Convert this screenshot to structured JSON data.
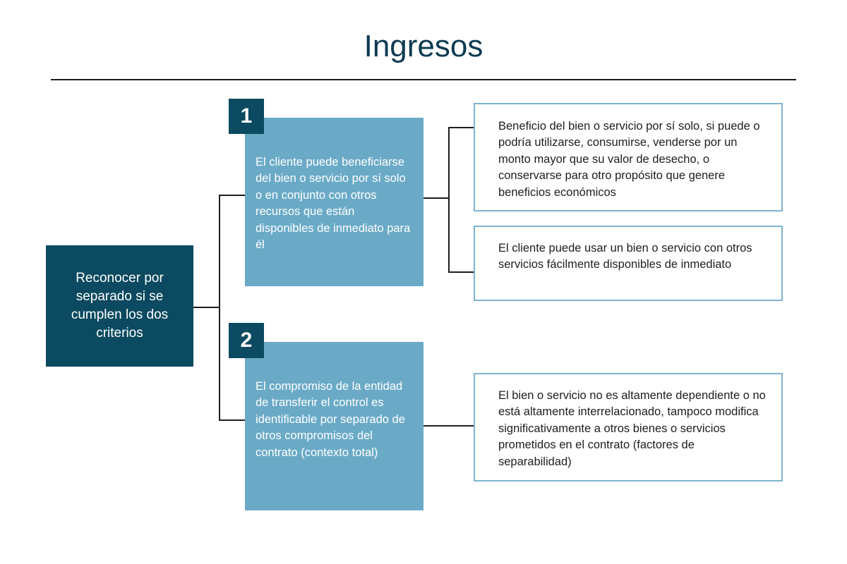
{
  "title": "Ingresos",
  "root": {
    "text": "Reconocer por separado si se cumplen los dos criterios"
  },
  "criteria": [
    {
      "number": "1",
      "text": "El cliente puede beneficiarse del bien o servicio por sí solo o en conjunto con otros recursos que están disponibles de inmediato para él"
    },
    {
      "number": "2",
      "text": "El compromiso de la entidad de transferir el control es identificable por separado de otros compromisos del contrato (contexto total)"
    }
  ],
  "details": [
    {
      "text": "Beneficio del bien o servicio por sí solo, si puede o podría utilizarse, consumirse, venderse por un monto mayor que su valor de desecho, o conservarse para otro propósito que genere beneficios económicos"
    },
    {
      "text": "El cliente puede usar un bien o servicio con otros servicios fácilmente disponibles de inmediato"
    },
    {
      "text": "El bien o servicio no es altamente dependiente o no está altamente interrelacionado, tampoco modifica significativamente a otros bienes o servicios prometidos en el contrato (factores de separabilidad)"
    }
  ],
  "colors": {
    "title": "#0d3a52",
    "dark_teal": "#0b4a60",
    "light_blue": "#6aaac7",
    "detail_border": "#7fb3cf",
    "connector": "#1e1e1e"
  }
}
